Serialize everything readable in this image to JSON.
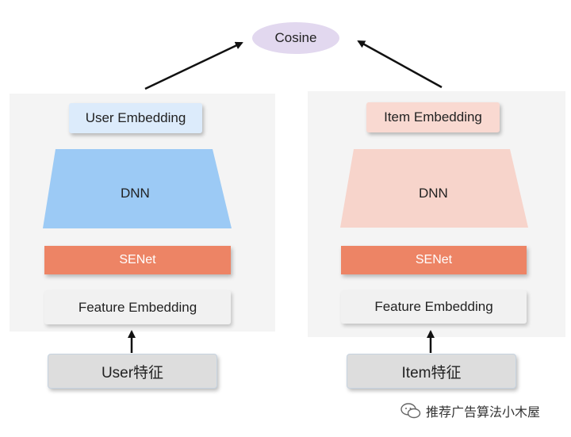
{
  "top": {
    "cosine": "Cosine"
  },
  "user_tower": {
    "embedding": "User Embedding",
    "dnn": "DNN",
    "senet": "SENet",
    "feature": "Feature Embedding",
    "input": "User特征"
  },
  "item_tower": {
    "embedding": "Item Embedding",
    "dnn": "DNN",
    "senet": "SENet",
    "feature": "Feature Embedding",
    "input": "Item特征"
  },
  "watermark": {
    "text": "推荐广告算法小木屋",
    "icon": "wechat-icon"
  },
  "colors": {
    "user_dnn": "#9ccaf5",
    "item_dnn": "#f7d4cb",
    "senet": "#ed8465",
    "cosine": "#e2d8ef"
  }
}
